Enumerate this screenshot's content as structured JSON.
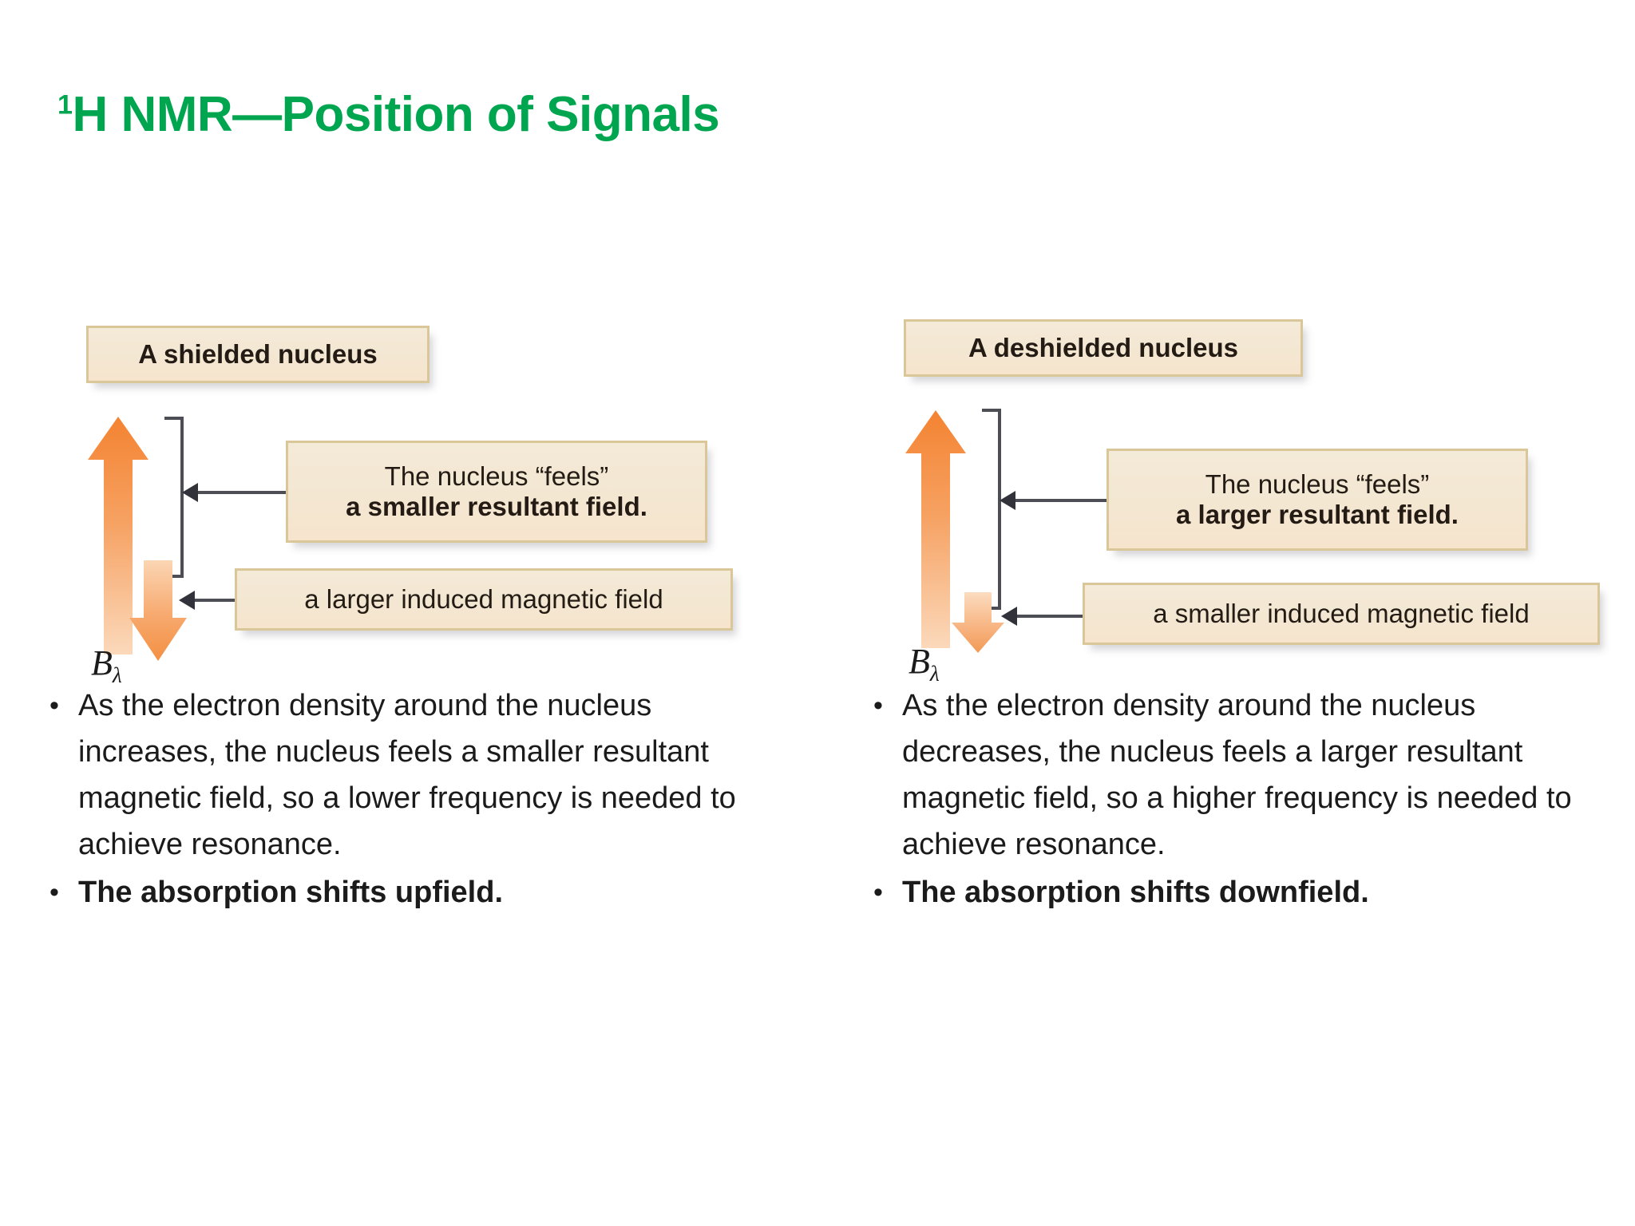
{
  "slide": {
    "title_sup": "1",
    "title_main": "H NMR—Position of Signals",
    "title_color": "#00a64f",
    "background": "#ffffff"
  },
  "panels": [
    {
      "id": "shielded",
      "heading": "A shielded nucleus",
      "field_label_base": "B",
      "field_label_sub": "λ",
      "up_arrow": {
        "name": "external-magnetic-field-arrow",
        "direction": "up",
        "color": "#f5944a",
        "relative_length": "long"
      },
      "down_arrow": {
        "name": "induced-magnetic-field-arrow",
        "direction": "down",
        "color": "#f3a160",
        "relative_length": "medium"
      },
      "callouts": [
        {
          "name": "resultant-field-callout",
          "line1": "The nucleus “feels”",
          "line2": "a smaller resultant field.",
          "line2_bold": true
        },
        {
          "name": "induced-field-callout",
          "line1": "a larger induced magnetic field",
          "line2": "",
          "line2_bold": false
        }
      ],
      "bullets": [
        {
          "text": "As the electron density around the nucleus increases, the nucleus feels a smaller resultant magnetic field, so a lower frequency is needed to achieve resonance.",
          "bold": false,
          "marker": "•"
        },
        {
          "text": "The absorption shifts upfield.",
          "bold": true,
          "marker": "•"
        }
      ]
    },
    {
      "id": "deshielded",
      "heading": "A deshielded nucleus",
      "field_label_base": "B",
      "field_label_sub": "λ",
      "up_arrow": {
        "name": "external-magnetic-field-arrow",
        "direction": "up",
        "color": "#f5944a",
        "relative_length": "long"
      },
      "down_arrow": {
        "name": "induced-magnetic-field-arrow",
        "direction": "down",
        "color": "#f6bd92",
        "relative_length": "short"
      },
      "callouts": [
        {
          "name": "resultant-field-callout",
          "line1": "The nucleus “feels”",
          "line2": "a larger resultant field.",
          "line2_bold": true
        },
        {
          "name": "induced-field-callout",
          "line1": "a smaller induced magnetic field",
          "line2": "",
          "line2_bold": false
        }
      ],
      "bullets": [
        {
          "text": "As the electron density around the nucleus decreases, the nucleus feels a larger resultant magnetic field, so a higher frequency is needed to achieve resonance.",
          "bold": false,
          "marker": "•"
        },
        {
          "text": "The absorption shifts downfield.",
          "bold": true,
          "marker": "•"
        }
      ]
    }
  ],
  "theme": {
    "box_fill": "#f3e7d2",
    "box_border": "#d9c79a",
    "arrow_orange": "#f5944a",
    "connector_gray": "#4d4d55",
    "text_color": "#1b1b1b"
  }
}
